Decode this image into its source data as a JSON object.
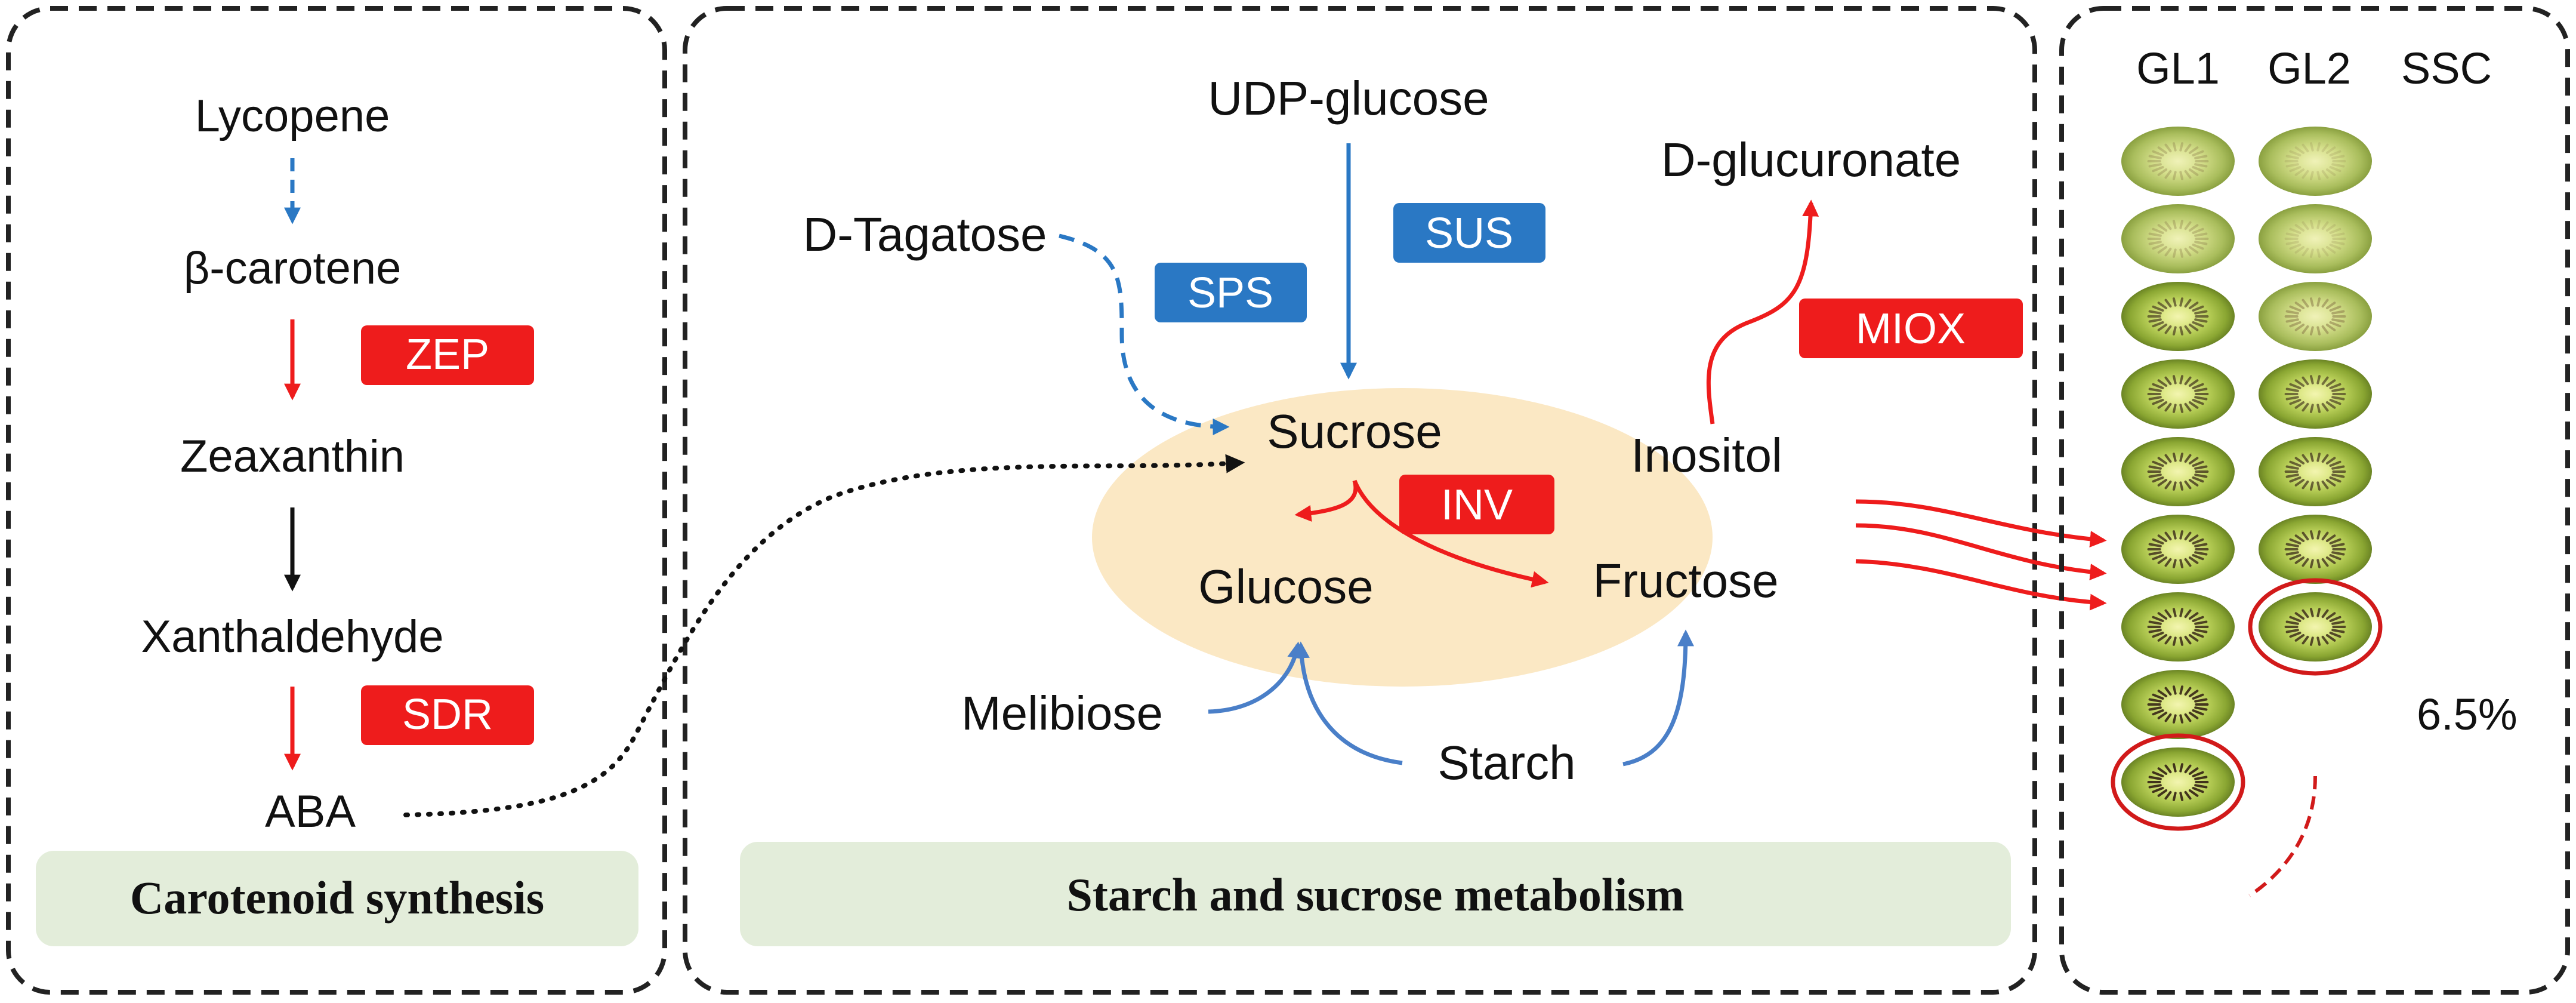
{
  "panels": {
    "carotenoid": {
      "label": "Carotenoid synthesis",
      "compounds": {
        "lycopene": "Lycopene",
        "beta_carotene": "β-carotene",
        "zeaxanthin": "Zeaxanthin",
        "xanthaldehyde": "Xanthaldehyde",
        "aba": "ABA"
      },
      "enzymes": {
        "zep": "ZEP",
        "sdr": "SDR"
      }
    },
    "starch": {
      "label": "Starch and sucrose metabolism",
      "compounds": {
        "udp_glucose": "UDP-glucose",
        "d_tagatose": "D-Tagatose",
        "d_glucuronate": "D-glucuronate",
        "sucrose": "Sucrose",
        "inositol": "Inositol",
        "glucose": "Glucose",
        "fructose": "Fructose",
        "melibiose": "Melibiose",
        "starch": "Starch"
      },
      "enzymes": {
        "sps": "SPS",
        "sus": "SUS",
        "miox": "MIOX",
        "inv": "INV"
      }
    },
    "fruit": {
      "headers": {
        "gl1": "GL1",
        "gl2": "GL2",
        "ssc": "SSC"
      },
      "ssc_value": "6.5%",
      "gl1_count": 9,
      "gl2_count": 7
    }
  },
  "colors": {
    "upregulated": "#ee1c1c",
    "downregulated": "#2a78c4",
    "blue_arrow": "#4a7fc8",
    "label_box": "#e3edda",
    "ellipse": "#fbe8c4",
    "border": "#222222"
  }
}
